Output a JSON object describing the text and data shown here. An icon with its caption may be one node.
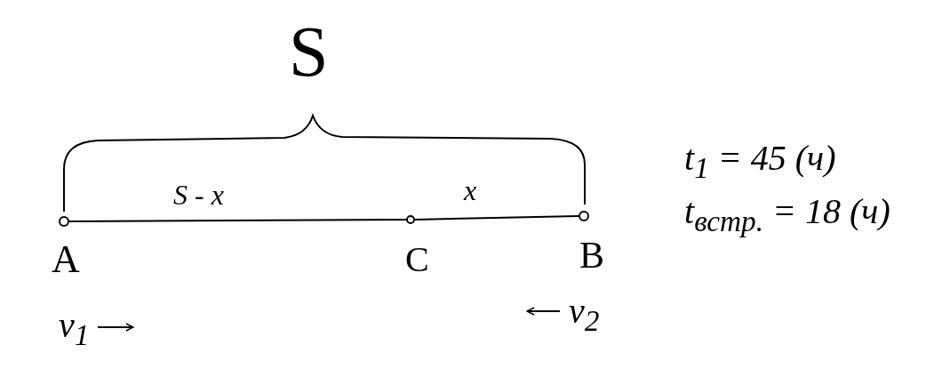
{
  "diagram": {
    "nodes": [
      {
        "text": [],
        "shape": "circle",
        "beside": [
          "A"
        ]
      },
      {
        "text": [],
        "shape": "circle",
        "beside": [
          "C"
        ]
      },
      {
        "text": [],
        "shape": "circle",
        "beside": [
          "B"
        ]
      }
    ],
    "edges": [
      {
        "from": 0,
        "to": 1,
        "arrow": "none"
      },
      {
        "from": 1,
        "to": 2,
        "arrow": "none"
      }
    ],
    "labels": [
      "S",
      "S - x",
      "x",
      "t$_{1}$ = 45 (ч)",
      "t$_{встр.}$ = 18 (ч)",
      "v$_{1}$",
      "v$_{2}$"
    ]
  }
}
